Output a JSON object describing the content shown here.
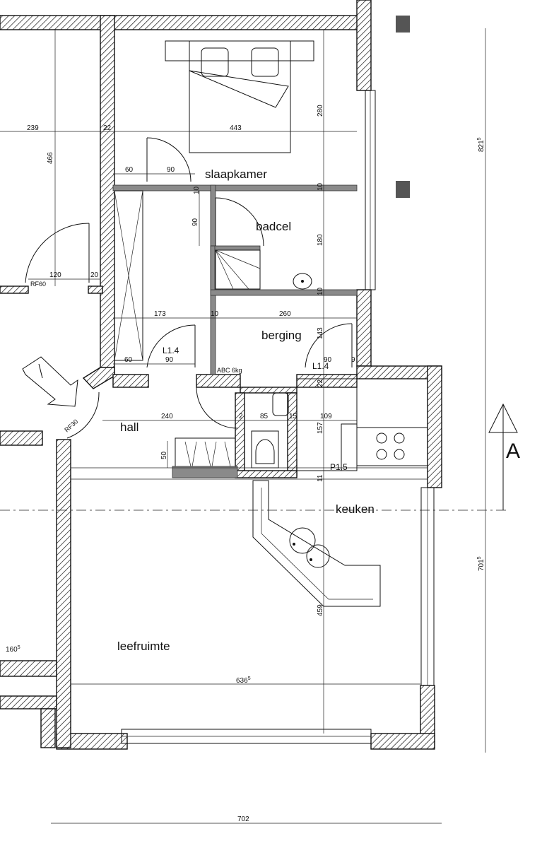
{
  "rooms": {
    "slaapkamer": "slaapkamer",
    "badcel": "badcel",
    "berging": "berging",
    "hall": "hall",
    "keuken": "keuken",
    "leefruimte": "leefruimte"
  },
  "tags": {
    "door_l14_a": "L1.4",
    "door_l14_b": "L1.4",
    "abc": "ABC 6kg",
    "rf60": "RF60",
    "rf30": "RF30",
    "p15": "P1.5",
    "section": "A"
  },
  "dims": {
    "d239": "239",
    "d22": "22",
    "d443": "443",
    "d466": "466",
    "d280": "280",
    "d60a": "60",
    "d90a": "90",
    "d10a": "10",
    "d10b": "10",
    "d90b": "90",
    "d180": "180",
    "d120": "120",
    "d20": "20",
    "d10c": "10",
    "d10d": "10",
    "d173": "173",
    "d260": "260",
    "d143": "143",
    "d60b": "60",
    "d90c": "90",
    "d90d": "90",
    "d9": "9",
    "d22b": "22",
    "d240": "240",
    "d85": "85",
    "d15": "15",
    "d109": "109",
    "d157": "157",
    "d50": "50",
    "d2": "2",
    "d11": "11",
    "d459": "459",
    "d160": "160",
    "d160sup": "5",
    "d636": "636",
    "d636sup": "5",
    "d821": "821",
    "d821sup": "5",
    "d701": "701",
    "d701sup": "5",
    "d702": "702"
  }
}
